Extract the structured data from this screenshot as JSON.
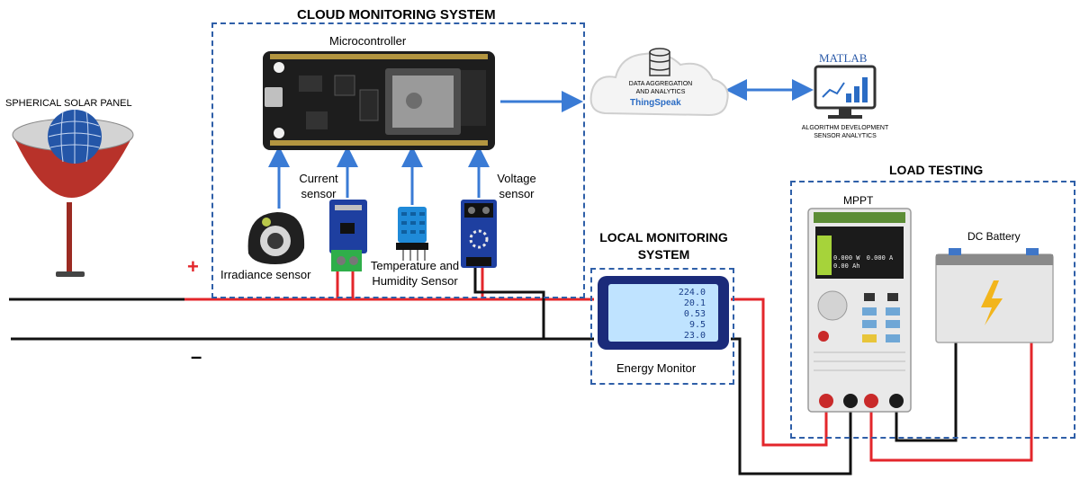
{
  "title_cloud": "CLOUD MONITORING SYSTEM",
  "title_local": "LOCAL MONITORING\nSYSTEM",
  "title_load": "LOAD TESTING",
  "solar_panel": "SPHERICAL SOLAR PANEL",
  "microcontroller": "Microcontroller",
  "current_sensor": "Current\nsensor",
  "voltage_sensor": "Voltage\nsensor",
  "irradiance_sensor": "Irradiance sensor",
  "temp_humidity_sensor": "Temperature and\nHumidity Sensor",
  "energy_monitor": "Energy Monitor",
  "mppt": "MPPT",
  "dc_battery": "DC Battery",
  "cloud_text": "DATA AGGREGATION\nAND ANALYTICS",
  "thingspeak": "ThingSpeak",
  "matlab": "MATLAB",
  "matlab_caption": "ALGORITHM DEVELOPMENT\nSENSOR ANALYTICS",
  "plus_sign": "+",
  "minus_sign": "–",
  "meter_readings": [
    "224.0",
    "20.1",
    "0.53",
    "9.5",
    "23.0"
  ],
  "mppt_screen": {
    "power": "0.000 W",
    "current": "0.000 A",
    "energy": "0.00 Ah"
  },
  "colors": {
    "positive_wire": "#e3262b",
    "negative_wire": "#111111",
    "signal_arrow": "#3a7bd5",
    "dashed_box": "#2f5fa8"
  }
}
